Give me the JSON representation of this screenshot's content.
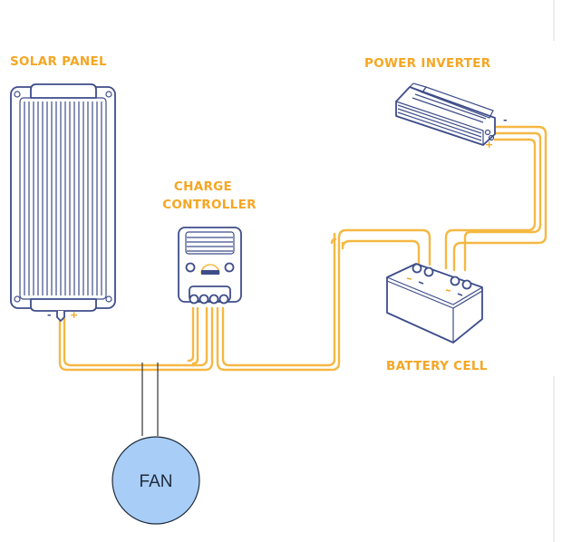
{
  "labels": {
    "solar_panel": "SOLAR PANEL",
    "charge_controller_line1": "CHARGE",
    "charge_controller_line2": "CONTROLLER",
    "power_inverter": "POWER INVERTER",
    "battery_cell": "BATTERY CELL",
    "fan": "FAN"
  },
  "polarity": {
    "negative": "-",
    "positive": "+"
  },
  "colors": {
    "label": "#f5a623",
    "wire": "#f5b843",
    "device_outline": "#3e4d8a",
    "fan_fill": "#a8cdf7",
    "fan_stroke": "#1e2a3a",
    "fan_leads": "#333333"
  }
}
